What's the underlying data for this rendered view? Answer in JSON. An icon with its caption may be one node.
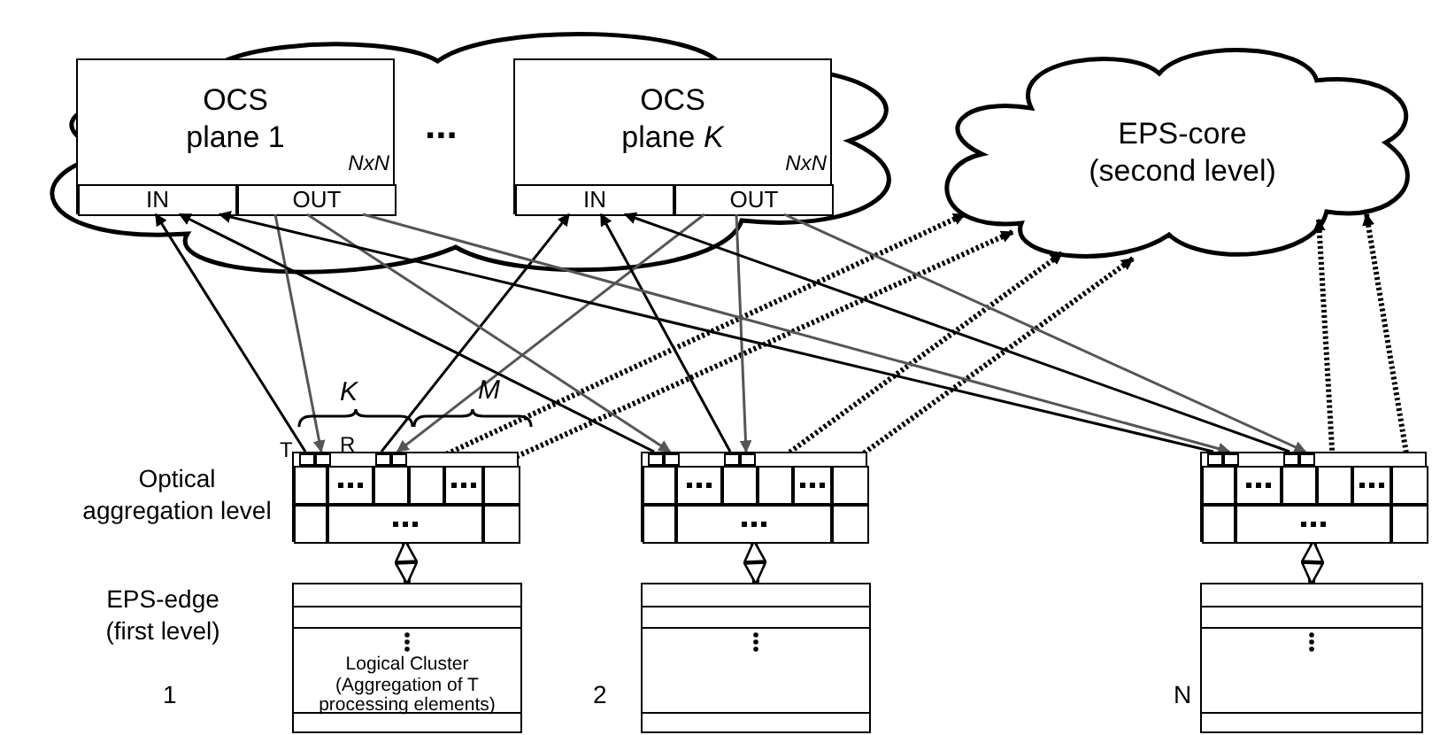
{
  "diagram": {
    "nodes": [
      {
        "text": [],
        "shape": "cloud"
      },
      {
        "text": [
          "OCS plane 1",
          "NxN"
        ],
        "in": 0
      },
      {
        "text": [
          "IN"
        ],
        "in": 1
      },
      {
        "text": [
          "OUT"
        ],
        "in": 1
      },
      {
        "text": [
          "OCS plane *K*",
          "NxN"
        ],
        "in": 0
      },
      {
        "text": [
          "IN"
        ],
        "in": 4
      },
      {
        "text": [
          "OUT"
        ],
        "in": 4
      },
      {
        "text": [
          "EPS-core (second level)"
        ]
      },
      {
        "text": [],
        "shape": "box"
      },
      {
        "text": [],
        "shape": "box",
        "in": 8
      },
      {
        "text": [],
        "shape": "box",
        "in": 8
      },
      {
        "text": [],
        "shape": "box",
        "in": 8
      },
      {
        "text": [],
        "shape": "box",
        "in": 8
      },
      {
        "text": [],
        "shape": "box",
        "in": 8
      },
      {
        "text": [],
        "shape": "box",
        "in": 8
      },
      {
        "text": [],
        "shape": "box"
      },
      {
        "text": [],
        "shape": "box",
        "in": 15
      },
      {
        "text": [],
        "shape": "box",
        "in": 15
      },
      {
        "text": [],
        "shape": "box",
        "in": 15
      },
      {
        "text": [],
        "shape": "box",
        "in": 15
      },
      {
        "text": [],
        "shape": "box",
        "in": 15
      },
      {
        "text": [],
        "shape": "box",
        "in": 15
      },
      {
        "text": [],
        "shape": "box"
      },
      {
        "text": [],
        "shape": "box",
        "in": 22
      },
      {
        "text": [],
        "shape": "box",
        "in": 22
      },
      {
        "text": [],
        "shape": "box",
        "in": 22
      },
      {
        "text": [],
        "shape": "box",
        "in": 22
      },
      {
        "text": [],
        "shape": "box",
        "in": 22
      },
      {
        "text": [],
        "shape": "box",
        "in": 22
      },
      {
        "text": [
          "Logical Cluster (Aggregation of T processing elements)"
        ]
      },
      {
        "text": [],
        "shape": "box"
      },
      {
        "text": [],
        "shape": "box"
      }
    ],
    "edges": [
      {
        "from": 9,
        "to": 2,
        "arrow": "to"
      },
      {
        "from": 3,
        "to": 10,
        "arrow": "to",
        "color": "#555555"
      },
      {
        "from": 11,
        "to": 5,
        "arrow": "to"
      },
      {
        "from": 6,
        "to": 12,
        "arrow": "to",
        "color": "#555555"
      },
      {
        "from": 7,
        "to": 13,
        "arrow": "both",
        "style": "dashed"
      },
      {
        "from": 7,
        "to": 14,
        "arrow": "both",
        "style": "dashed"
      },
      {
        "from": 8,
        "to": 29,
        "arrow": "both",
        "style": "thick"
      },
      {
        "from": 16,
        "to": 2,
        "arrow": "to"
      },
      {
        "from": 3,
        "to": 17,
        "arrow": "to",
        "color": "#555555"
      },
      {
        "from": 18,
        "to": 5,
        "arrow": "to"
      },
      {
        "from": 6,
        "to": 19,
        "arrow": "to",
        "color": "#555555"
      },
      {
        "from": 7,
        "to": 20,
        "arrow": "both",
        "style": "dashed"
      },
      {
        "from": 7,
        "to": 21,
        "arrow": "both",
        "style": "dashed"
      },
      {
        "from": 15,
        "to": 30,
        "arrow": "both",
        "style": "thick"
      },
      {
        "from": 23,
        "to": 2,
        "arrow": "to"
      },
      {
        "from": 3,
        "to": 24,
        "arrow": "to",
        "color": "#555555"
      },
      {
        "from": 25,
        "to": 5,
        "arrow": "to"
      },
      {
        "from": 6,
        "to": 26,
        "arrow": "to",
        "color": "#555555"
      },
      {
        "from": 7,
        "to": 27,
        "arrow": "both",
        "style": "dashed"
      },
      {
        "from": 7,
        "to": 28,
        "arrow": "both",
        "style": "dashed"
      },
      {
        "from": 22,
        "to": 31,
        "arrow": "both",
        "style": "thick"
      }
    ],
    "labels": [
      "...",
      "K",
      "M",
      "T",
      "R",
      "Optical aggregation level",
      "EPS-edge (first level)",
      "1",
      "2",
      "N"
    ]
  }
}
